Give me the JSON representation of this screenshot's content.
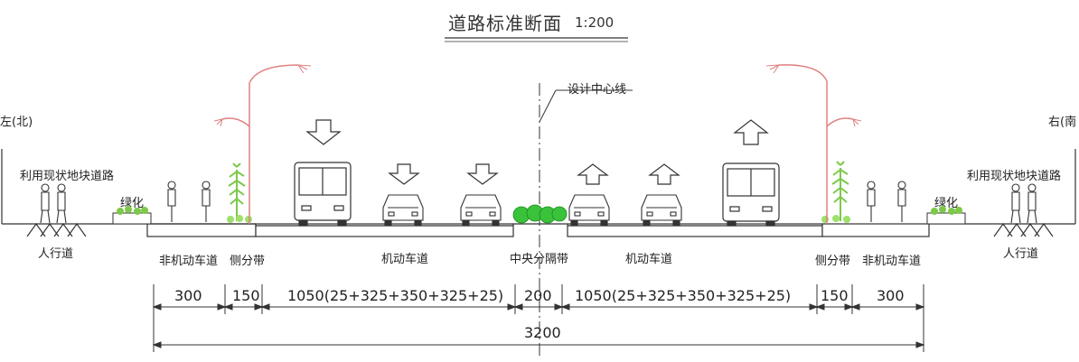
{
  "title": "道路标准断面",
  "scale": "1:200",
  "centerline_label": "设计中心线",
  "side_left": "左(北)",
  "side_right": "右(南",
  "existing_road_left": "利用现状地块道路",
  "existing_road_right": "利用现状地块道路",
  "greening_left": "绿化",
  "greening_right": "绿化",
  "zones": {
    "sidewalk_left": "人行道",
    "bike_left": "非机动车道",
    "side_sep_left": "侧分带",
    "carriageway_left": "机动车道",
    "median": "中央分隔带",
    "carriageway_right": "机动车道",
    "side_sep_right": "侧分带",
    "bike_right": "非机动车道",
    "sidewalk_right": "人行道"
  },
  "dimensions": [
    "300",
    "150",
    "1050(25+325+350+325+25)",
    "200",
    "1050(25+325+350+325+25)",
    "150",
    "300"
  ],
  "total_width": "3200",
  "icons": {
    "bus": "bus-icon",
    "car": "car-icon",
    "cyclist": "cyclist-icon",
    "pedestrian": "pedestrian-icon",
    "tree": "tree-icon",
    "streetlight": "streetlight-icon",
    "arrow_down": "arrow-down-icon",
    "arrow_up": "arrow-up-icon",
    "shrub": "shrub-icon"
  },
  "colors": {
    "line": "#333333",
    "tree": "#7cc94a",
    "lamp": "#e08080",
    "shrub": "#39c23a"
  }
}
